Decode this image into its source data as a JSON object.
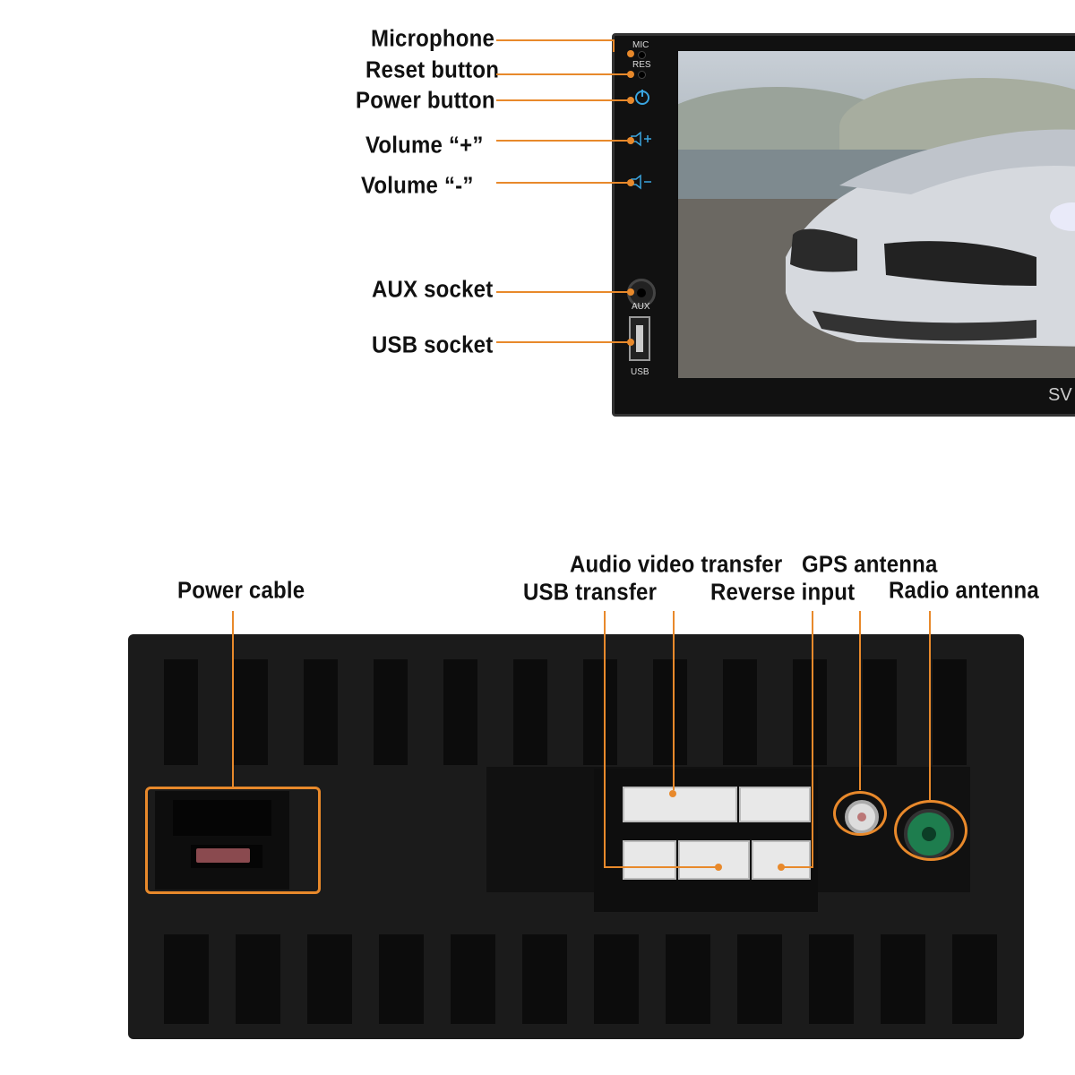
{
  "colors": {
    "accent": "#e8892b",
    "panel": "#111111",
    "antenna_green": "#1e7d4e"
  },
  "front_labels": {
    "microphone": "Microphone",
    "reset": "Reset button",
    "power": "Power button",
    "vol_up": "Volume “+”",
    "vol_down": "Volume “-”",
    "aux": "AUX socket",
    "usb": "USB socket"
  },
  "front_panel": {
    "mic": "MIC",
    "res": "RES",
    "aux": "AUX",
    "usb": "USB",
    "brand": "SV"
  },
  "rear_labels": {
    "power_cable": "Power cable",
    "audio_video": "Audio video transfer",
    "usb_transfer": "USB transfer",
    "reverse_input": "Reverse input",
    "gps_antenna": "GPS antenna",
    "radio_antenna": "Radio antenna"
  },
  "icons": {
    "power": "power-icon",
    "volume_up": "volume-up-icon",
    "volume_down": "volume-down-icon"
  }
}
